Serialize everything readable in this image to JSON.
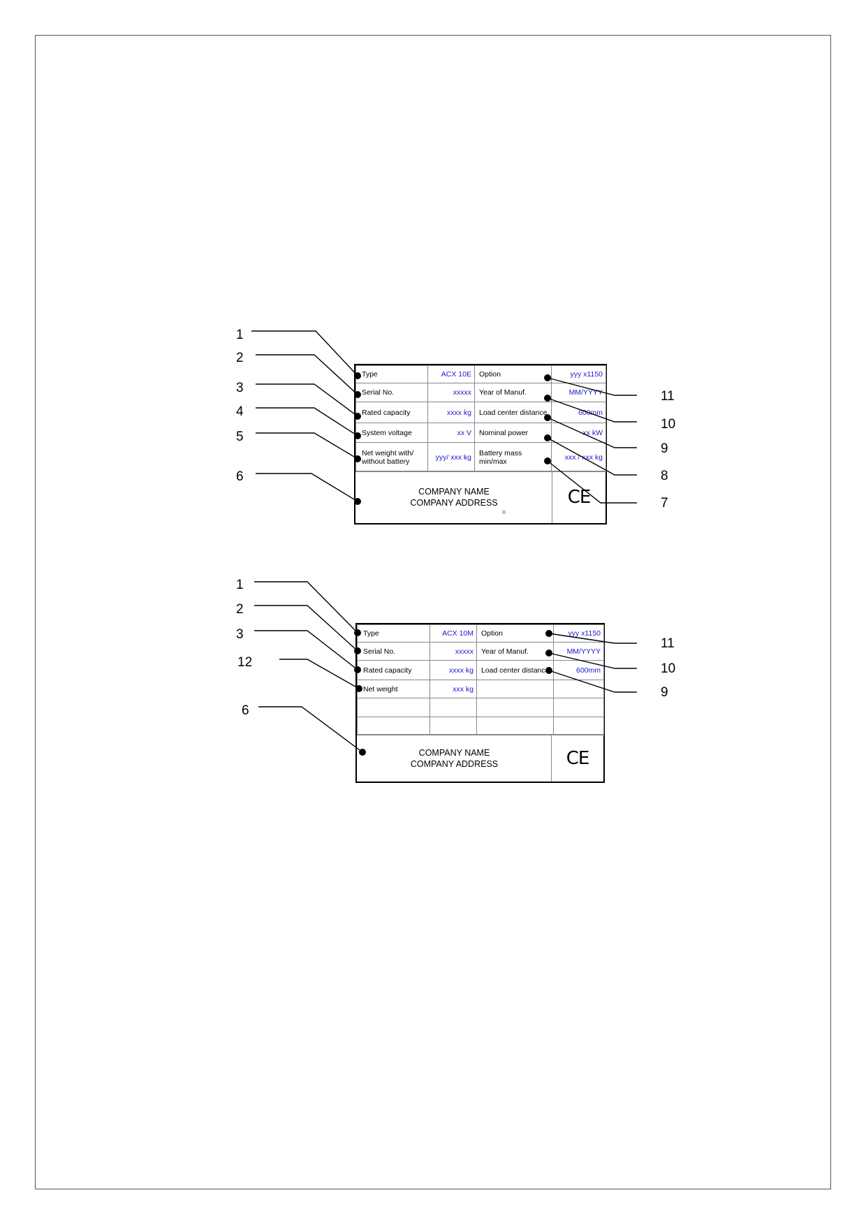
{
  "plate_1": {
    "rows": [
      {
        "label": "Type",
        "value": "ACX 10E",
        "label2": "Option",
        "value2": "yyy x1150"
      },
      {
        "label": "Serial No.",
        "value": "xxxxx",
        "label2": "Year of Manuf.",
        "value2": "MM/YYYY"
      },
      {
        "label": "Rated capacity",
        "value": "xxxx kg",
        "label2": "Load center distance",
        "value2": "600mm"
      },
      {
        "label": "System voltage",
        "value": "xx V",
        "label2": "Nominal power",
        "value2": "xx kW"
      },
      {
        "label": "Net weight with/ without battery",
        "value": "yyy/ xxx kg",
        "label2": "Battery mass min/max",
        "value2": "xxx / xxx kg"
      }
    ],
    "company_name": "COMPANY NAME",
    "company_address": "COMPANY ADDRESS",
    "ce_mark": "CE",
    "tiny_mark": "®"
  },
  "plate_2": {
    "rows": [
      {
        "label": "Type",
        "value": "ACX 10M",
        "label2": "Option",
        "value2": "yyy x1150"
      },
      {
        "label": "Serial No.",
        "value": "xxxxx",
        "label2": "Year of Manuf.",
        "value2": "MM/YYYY"
      },
      {
        "label": "Rated capacity",
        "value": "xxxx kg",
        "label2": "Load center distance",
        "value2": "600mm"
      },
      {
        "label": "Net weight",
        "value": "xxx kg",
        "label2": "",
        "value2": ""
      },
      {
        "label": "",
        "value": "",
        "label2": "",
        "value2": ""
      },
      {
        "label": "",
        "value": "",
        "label2": "",
        "value2": ""
      }
    ],
    "company_name": "COMPANY NAME",
    "company_address": "COMPANY ADDRESS",
    "ce_mark": "CE"
  },
  "callouts_1": {
    "left": [
      "1",
      "2",
      "3",
      "4",
      "5",
      "6"
    ],
    "right": [
      "11",
      "10",
      "9",
      "8",
      "7"
    ]
  },
  "callouts_2": {
    "left": [
      "1",
      "2",
      "3",
      "12",
      "6"
    ],
    "right": [
      "11",
      "10",
      "9"
    ]
  }
}
